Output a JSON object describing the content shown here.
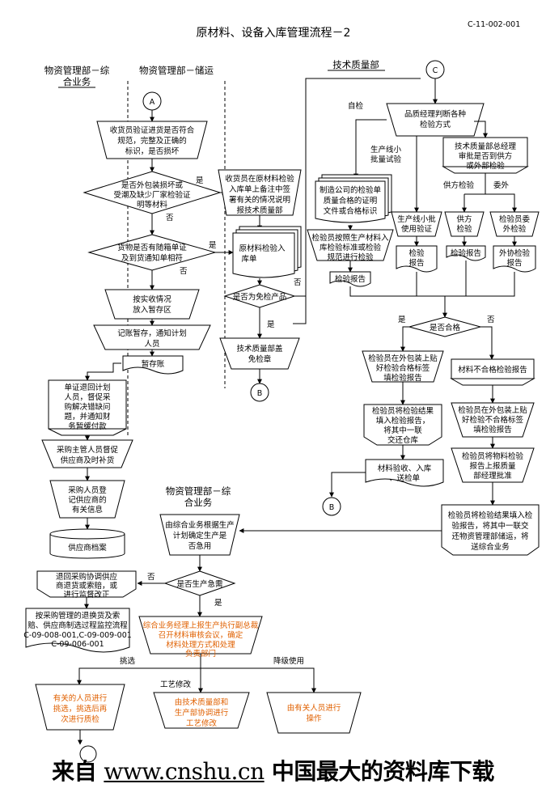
{
  "doc_code": "C-11-002-001",
  "title": "原材料、设备入库管理流程－2",
  "lanes": {
    "purchase_general": [
      "物资管理部－综",
      "合业务"
    ],
    "purchase_storage": "物资管理部－储运",
    "tech_quality": "技术质量部",
    "purchase_general_2": [
      "物资管理部－综",
      "合业务"
    ]
  },
  "connectors": {
    "a": "A",
    "b": "B",
    "c": "C"
  },
  "left_flow": {
    "verify_goods": [
      "收货员验证进货是否符合",
      "规范，完整及正确的",
      "标识，是否损坏"
    ],
    "package_check": [
      "是否外包装损坏或",
      "受潮及缺少厂家检验证",
      "明等材料"
    ],
    "docs_check": [
      "货物是否有随箱单证",
      "及到货通知单相符"
    ],
    "record_arrival": [
      "按实收情况",
      "放入暂存区"
    ],
    "register_storage": [
      "记账暂存，通知计划",
      "人员"
    ],
    "temp_ledger": "暂存账",
    "return_docs": [
      "单证退回计划",
      "人员，督促采",
      "购解决错缺问",
      "题，并通知财",
      "务暂缓付款"
    ],
    "urge_supplier": [
      "采购主管人员督促",
      "供应商及时补货"
    ],
    "register_supplier": [
      "采购人员登",
      "记供应商的",
      "有关信息"
    ],
    "supplier_archive": "供应商档案",
    "return_goods": [
      "退回采购协调供应",
      "商退货或索赔，或",
      "进行监督改正"
    ],
    "procedure_ref": [
      "按采购管理的退换货及索",
      "赔、供应商制选过程监控流程",
      "C-09-008-001,C-09-009-001",
      "C-09-006-001"
    ],
    "select": "挑选",
    "select_staff": [
      "有关的人员进行",
      "挑选，挑选后再",
      "次进行质检"
    ]
  },
  "storage_flow": {
    "fill_form": [
      "收货员在原材料检验",
      "入库单上备注中签",
      "署有关的情况说明",
      "报技术质量部"
    ],
    "inspection_form": [
      "原材料检验入",
      "库单"
    ],
    "exempt_check": "是否为免检产品",
    "exempt_stamp": [
      "技术质量部盖",
      "免检章"
    ]
  },
  "tech_flow": {
    "choose_method": [
      "品质经理判断各种",
      "检验方式"
    ],
    "self_check": "自检",
    "small_batch": [
      "生产线小",
      "批量试验"
    ],
    "manager_approve": [
      "技术质量部总经理",
      "审批是否到供方",
      "或外部检验"
    ],
    "supplier_inspect_lbl": "供方检验",
    "outsource_lbl": "委外",
    "company_cert": [
      "制造公司的检验单",
      "质量合格的证明",
      "文件或合格标识"
    ],
    "line_trial": [
      "生产线小批",
      "使用验证"
    ],
    "supplier_inspect": [
      "供方",
      "检验"
    ],
    "outsource_inspect": [
      "检验员委",
      "外检验"
    ],
    "inspect_per_form": [
      "检验员按照生产材料入",
      "库检验标准或检验",
      "规范进行检验"
    ],
    "report_a": "检验报告",
    "report_b": [
      "检验",
      "报告"
    ],
    "report_c": "检验报告",
    "report_d": [
      "外协检验",
      "报告"
    ],
    "pass_check": "是否合格",
    "pass_label": [
      "检验员在外包装上贴",
      "好检验合格标签",
      "填检验报告"
    ],
    "fail_report": "材料不合格检验报告",
    "fill_result": [
      "检验员将检验结果",
      "填入检验报告，",
      "将其中一联",
      "交还仓库"
    ],
    "fail_label": [
      "检验员在外包装上贴",
      "好检验不合格标签",
      "填检验报告"
    ],
    "material_in": [
      "材料验收、入库",
      "、送检单"
    ],
    "report_manager": [
      "检验员将物料检验",
      "报告上报质量",
      "部经理批准"
    ],
    "send_result": [
      "检验员将检验结果填入检",
      "验报告，将其中一联交",
      "还物资管理部储运，将",
      "送综合业务"
    ]
  },
  "bottom_flow": {
    "urgency_decide": [
      "由综合业务根据生产",
      "计划确定生产是",
      "否急用"
    ],
    "is_urgent": "是否生产急需",
    "report_meeting": [
      "综合业务经理上报生产执行副总裁",
      "召开材料审核会议，确定",
      "材料处理方式和处理",
      "负责部门"
    ],
    "process_change": "工艺修改",
    "downgrade": "降级使用",
    "tech_modify": [
      "由技术质量部和",
      "生产部协调进行",
      "工艺修改"
    ],
    "staff_operate": [
      "由有关人员进行",
      "操作"
    ]
  },
  "yes": "是",
  "no": "否",
  "footer": {
    "prefix": "来自",
    "url": "www.cnshu.cn",
    "suffix": "中国最大的资料库下载"
  },
  "colors": {
    "orange": "#e06000",
    "line": "#000000"
  }
}
